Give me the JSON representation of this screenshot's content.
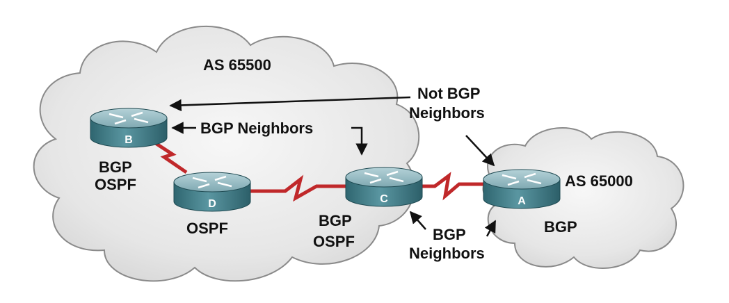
{
  "clouds": {
    "as65500_label": "AS 65500",
    "as65000_label": "AS 65000"
  },
  "routers": {
    "b": {
      "letter": "B",
      "protocol_line1": "BGP",
      "protocol_line2": "OSPF"
    },
    "d": {
      "letter": "D",
      "protocol_line1": "OSPF"
    },
    "c": {
      "letter": "C",
      "protocol_line1": "BGP",
      "protocol_line2": "OSPF"
    },
    "a": {
      "letter": "A",
      "protocol_line1": "BGP"
    }
  },
  "annotations": {
    "not_bgp_line1": "Not BGP",
    "not_bgp_line2": "Neighbors",
    "bgp_neighbors_bc": "BGP Neighbors",
    "bgp_neighbors_ca_line1": "BGP",
    "bgp_neighbors_ca_line2": "Neighbors"
  },
  "colors": {
    "cloud_fill": "#e8e8e8",
    "cloud_stroke": "#8a8a8a",
    "router_top": "#8fb6bf",
    "router_body": "#3f7a86",
    "link": "#c0282a"
  }
}
